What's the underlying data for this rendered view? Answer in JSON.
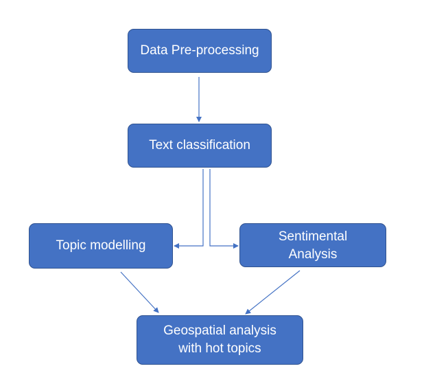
{
  "diagram": {
    "colors": {
      "node_fill": "#4472c4",
      "node_border": "#2f528f",
      "connector": "#4472c4",
      "text": "#ffffff"
    },
    "nodes": [
      {
        "id": "preprocessing",
        "label": "Data Pre-processing"
      },
      {
        "id": "classification",
        "label": "Text classification"
      },
      {
        "id": "topic",
        "label": "Topic modelling"
      },
      {
        "id": "sentiment",
        "label": "Sentimental\nAnalysis"
      },
      {
        "id": "geo",
        "label": "Geospatial analysis\nwith hot topics"
      }
    ],
    "edges": [
      {
        "from": "preprocessing",
        "to": "classification"
      },
      {
        "from": "classification",
        "to": "topic"
      },
      {
        "from": "classification",
        "to": "sentiment"
      },
      {
        "from": "topic",
        "to": "geo"
      },
      {
        "from": "sentiment",
        "to": "geo"
      }
    ]
  }
}
